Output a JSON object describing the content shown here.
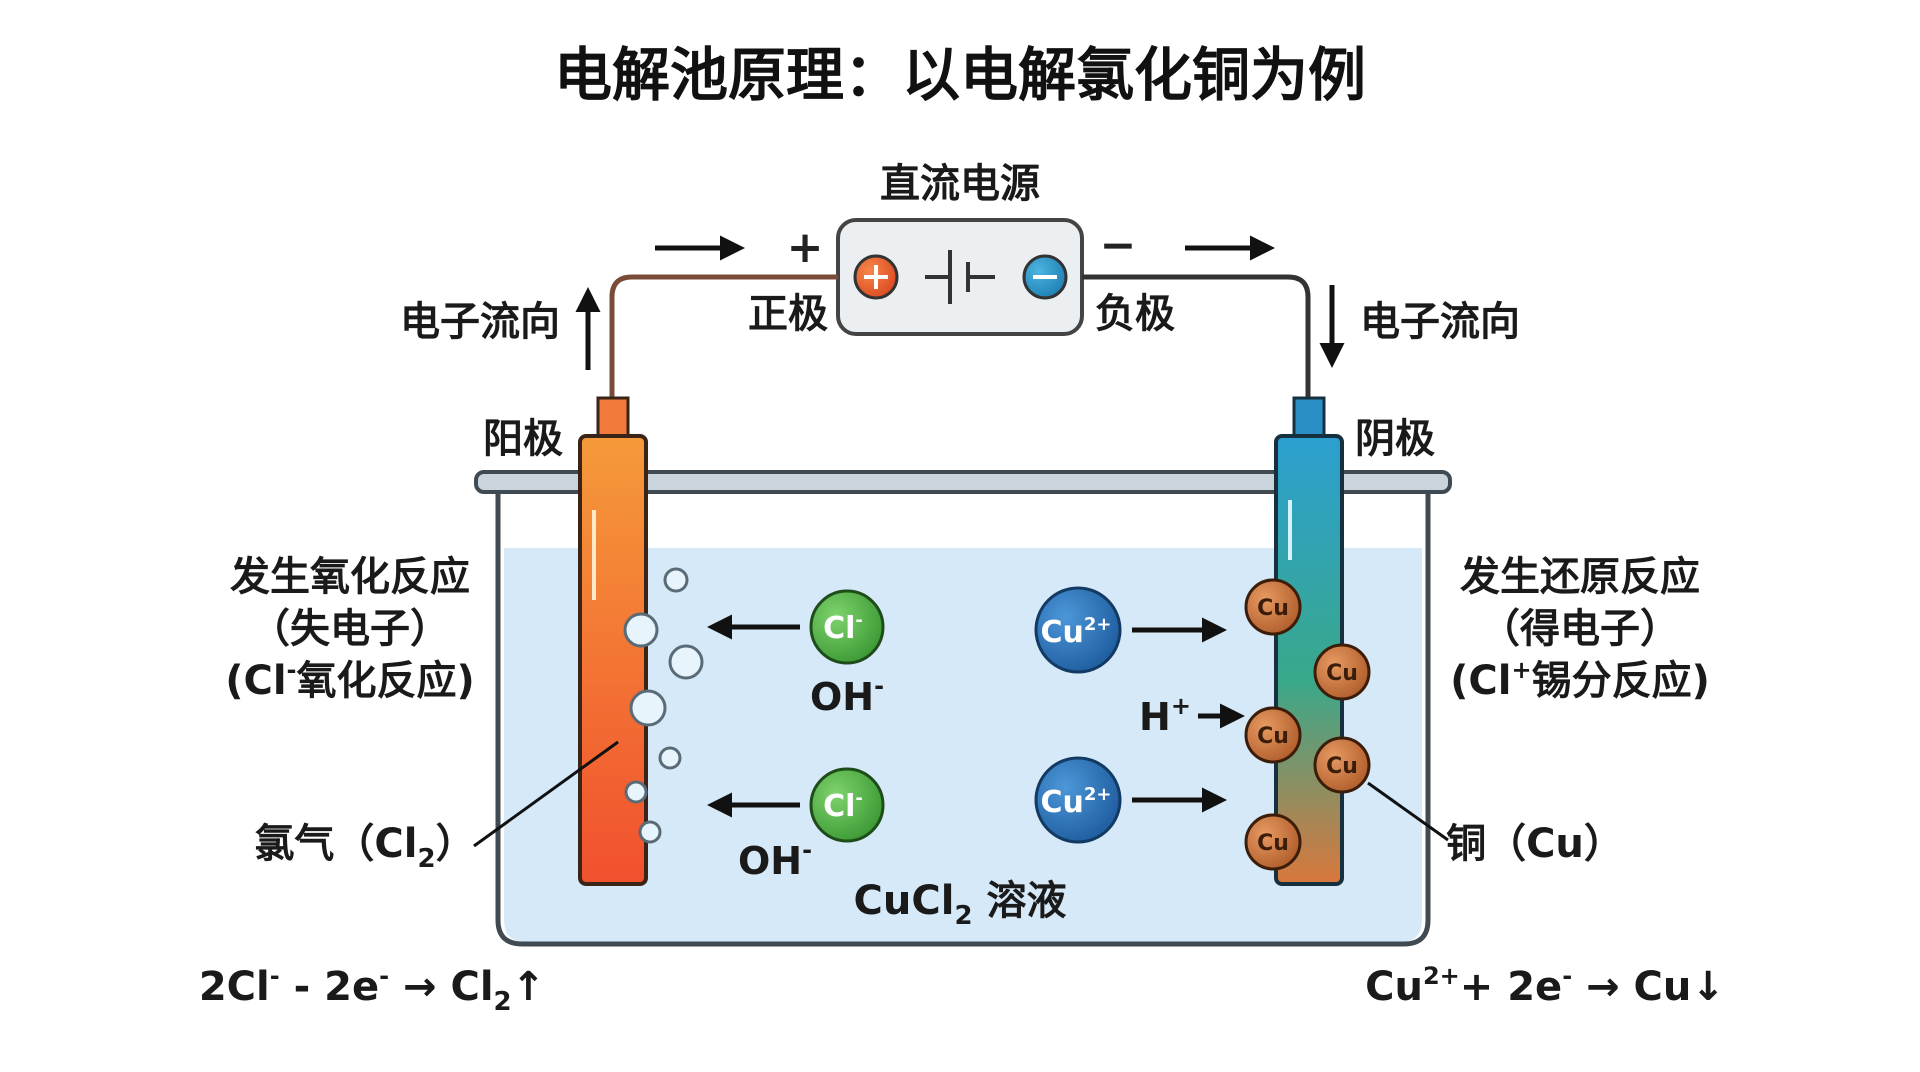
{
  "title": "电解池原理：以电解氯化铜为例",
  "power_source": {
    "label": "直流电源",
    "positive_symbol": "+",
    "negative_symbol": "−"
  },
  "poles": {
    "positive": "正极",
    "negative": "负极"
  },
  "electron_flow": {
    "left": "电子流向",
    "right": "电子流向"
  },
  "electrodes": {
    "anode": "阳极",
    "cathode": "阴极"
  },
  "anode_desc": {
    "line1": "发生氧化反应",
    "line2": "（失电子）",
    "line3_a": "(Cl",
    "line3_sup": "-",
    "line3_b": "氧化反应)"
  },
  "cathode_desc": {
    "line1": "发生还原反应",
    "line2": "（得电子）",
    "line3_a": "(Cl",
    "line3_sup": "+",
    "line3_b": "锡分反应)"
  },
  "ions": {
    "chloride_base": "Cl",
    "chloride_sup": "-",
    "hydroxide_base": "OH",
    "hydroxide_sup": "-",
    "copper_base": "Cu",
    "copper_sup": "2+",
    "hydrogen_base": "H",
    "hydrogen_sup": "+",
    "copper_atom": "Cu"
  },
  "solution": {
    "base": "CuCl",
    "sub": "2",
    "suffix": " 溶液"
  },
  "products": {
    "chlorine_a": "氯气（Cl",
    "chlorine_sub": "2",
    "chlorine_b": "）",
    "copper": "铜（Cu）"
  },
  "equations": {
    "anode": {
      "p1": "2Cl",
      "s1": "-",
      "p2": " - 2e",
      "s2": "-",
      "p3": " → Cl",
      "sub": "2",
      "p4": "↑"
    },
    "cathode": {
      "p1": "Cu",
      "s1": "2+",
      "p2": "+ 2e",
      "s2": "-",
      "p3": " → Cu↓"
    }
  },
  "colors": {
    "anode_rod": "#f26b3a",
    "cathode_rod": "#2a9fc4",
    "solution": "#d6e9f8",
    "chloride_ion": "#55b24a",
    "copper_ion": "#2b76b9",
    "copper_atom": "#c8703a",
    "wire": "#7a4b36"
  }
}
